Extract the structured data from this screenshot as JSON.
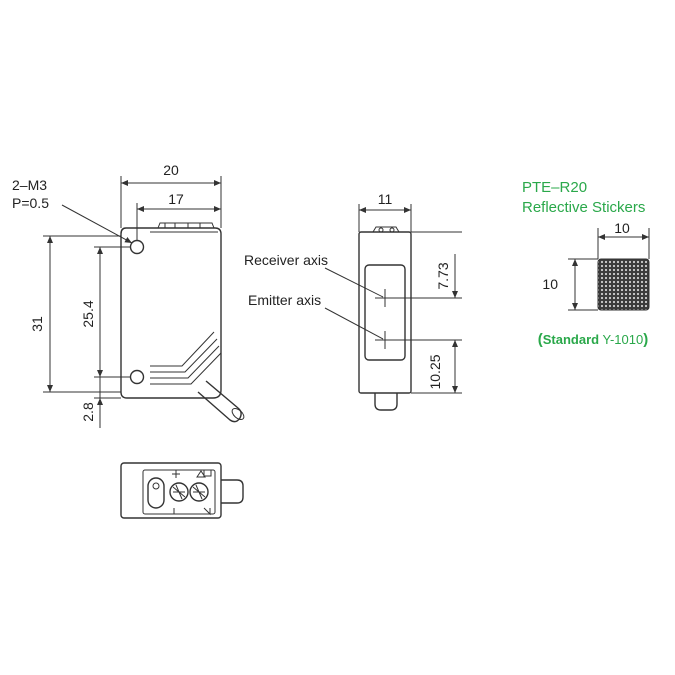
{
  "front_view": {
    "thread_label": "2–M3",
    "pitch_label": "P=0.5",
    "width_overall": "20",
    "width_holes": "17",
    "height_overall": "31",
    "height_holes": "25.4",
    "offset_bottom": "2.8"
  },
  "side_view": {
    "width": "11",
    "receiver_label": "Receiver axis",
    "emitter_label": "Emitter axis",
    "receiver_offset": "7.73",
    "emitter_offset": "10.25"
  },
  "sticker": {
    "title_line1": "PTE–R20",
    "title_line2": "Reflective Stickers",
    "width": "10",
    "height": "10",
    "standard_open": "(",
    "standard_word": "Standard",
    "standard_model": " Y-1010",
    "standard_close": ")"
  },
  "colors": {
    "accent_green": "#2aa84a",
    "line": "#333333"
  }
}
